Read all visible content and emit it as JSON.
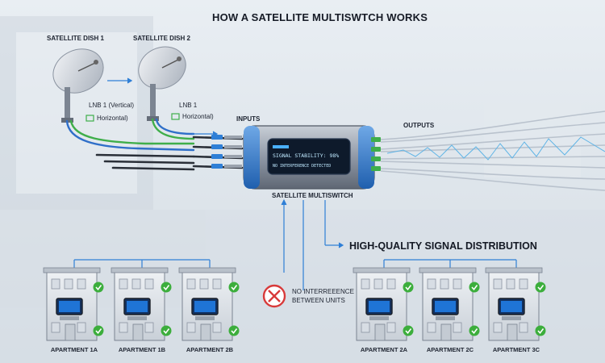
{
  "diagram": {
    "title": "HOW A SATELLITE MULTISWTCH WORKS",
    "dish1_label": "SATELLITE DISH 1",
    "dish2_label": "SATELLITE DISH 2",
    "lnb_vertical": "LNB 1 (Vertical)",
    "lnb_horizontal": "Horizontal)",
    "lnb2_label": "LNB 1",
    "lnb2_horizontal": "Horizontal)",
    "inputs_label": "INPUTS",
    "outputs_label": "OUTPUTS",
    "device_label": "SATELLITE MULTISWITCH",
    "screen_line1": "SIGNAL STABILITY: 98%",
    "screen_line2": "NO INTERFERENCE DETECTED",
    "distribution_label": "HIGH-QUALITY SIGNAL DISTRIBUTION",
    "no_interference_line1": "NO INTERREEENCE",
    "no_interference_line2": "BETWEEN UNITS",
    "apartments_left": [
      "APARTMENT 1A",
      "APARTMENT 1B",
      "APARTMENT 2B"
    ],
    "apartments_right": [
      "APARTMENT 2A",
      "APARTMENT 2C",
      "APARTMENT 3C"
    ],
    "colors": {
      "accent_blue": "#2f7fd6",
      "cable_green": "#3fae4a",
      "check_green": "#3cae3c",
      "no_red": "#d83a3a",
      "device_body": "#8f98a6"
    }
  }
}
